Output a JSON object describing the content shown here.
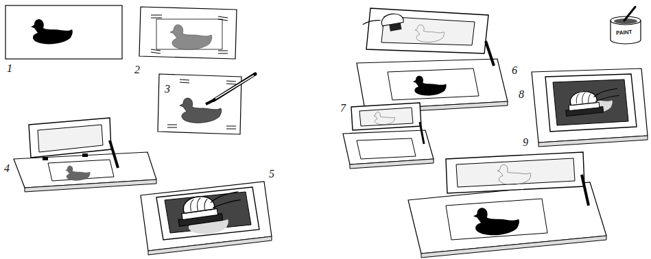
{
  "diagram": {
    "labels": [
      "1",
      "2",
      "3",
      "4",
      "5",
      "6",
      "7",
      "8",
      "9",
      "PAINT"
    ]
  }
}
